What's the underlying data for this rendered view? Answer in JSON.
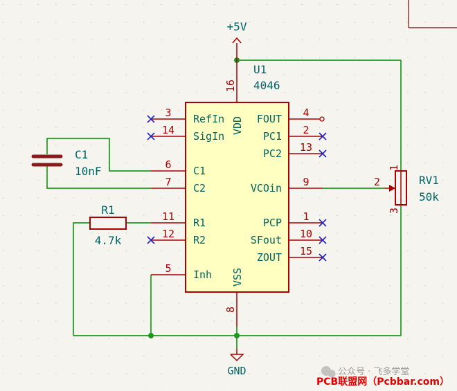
{
  "power": {
    "vcc_label": "+5V",
    "gnd_label": "GND"
  },
  "u1": {
    "ref": "U1",
    "value": "4046",
    "pins": [
      {
        "name": "RefIn",
        "num": "3",
        "side": "left"
      },
      {
        "name": "SigIn",
        "num": "14",
        "side": "left"
      },
      {
        "name": "C1",
        "num": "6",
        "side": "left"
      },
      {
        "name": "C2",
        "num": "7",
        "side": "left"
      },
      {
        "name": "R1",
        "num": "11",
        "side": "left"
      },
      {
        "name": "R2",
        "num": "12",
        "side": "left"
      },
      {
        "name": "Inh",
        "num": "5",
        "side": "left"
      },
      {
        "name": "FOUT",
        "num": "4",
        "side": "right"
      },
      {
        "name": "PC1",
        "num": "2",
        "side": "right"
      },
      {
        "name": "PC2",
        "num": "13",
        "side": "right"
      },
      {
        "name": "VCOin",
        "num": "9",
        "side": "right"
      },
      {
        "name": "PCP",
        "num": "1",
        "side": "right"
      },
      {
        "name": "SFout",
        "num": "10",
        "side": "right"
      },
      {
        "name": "ZOUT",
        "num": "15",
        "side": "right"
      },
      {
        "name": "VDD",
        "num": "16",
        "side": "top"
      },
      {
        "name": "VSS",
        "num": "8",
        "side": "bottom"
      }
    ]
  },
  "c1": {
    "ref": "C1",
    "value": "10nF"
  },
  "r1": {
    "ref": "R1",
    "value": "4.7k"
  },
  "rv1": {
    "ref": "RV1",
    "value": "50k",
    "pins": [
      "1",
      "2",
      "3"
    ]
  },
  "watermark": {
    "wechat": "公众号 · 飞多学堂",
    "site": "PCB联盟网（Pcbbar.com）"
  }
}
